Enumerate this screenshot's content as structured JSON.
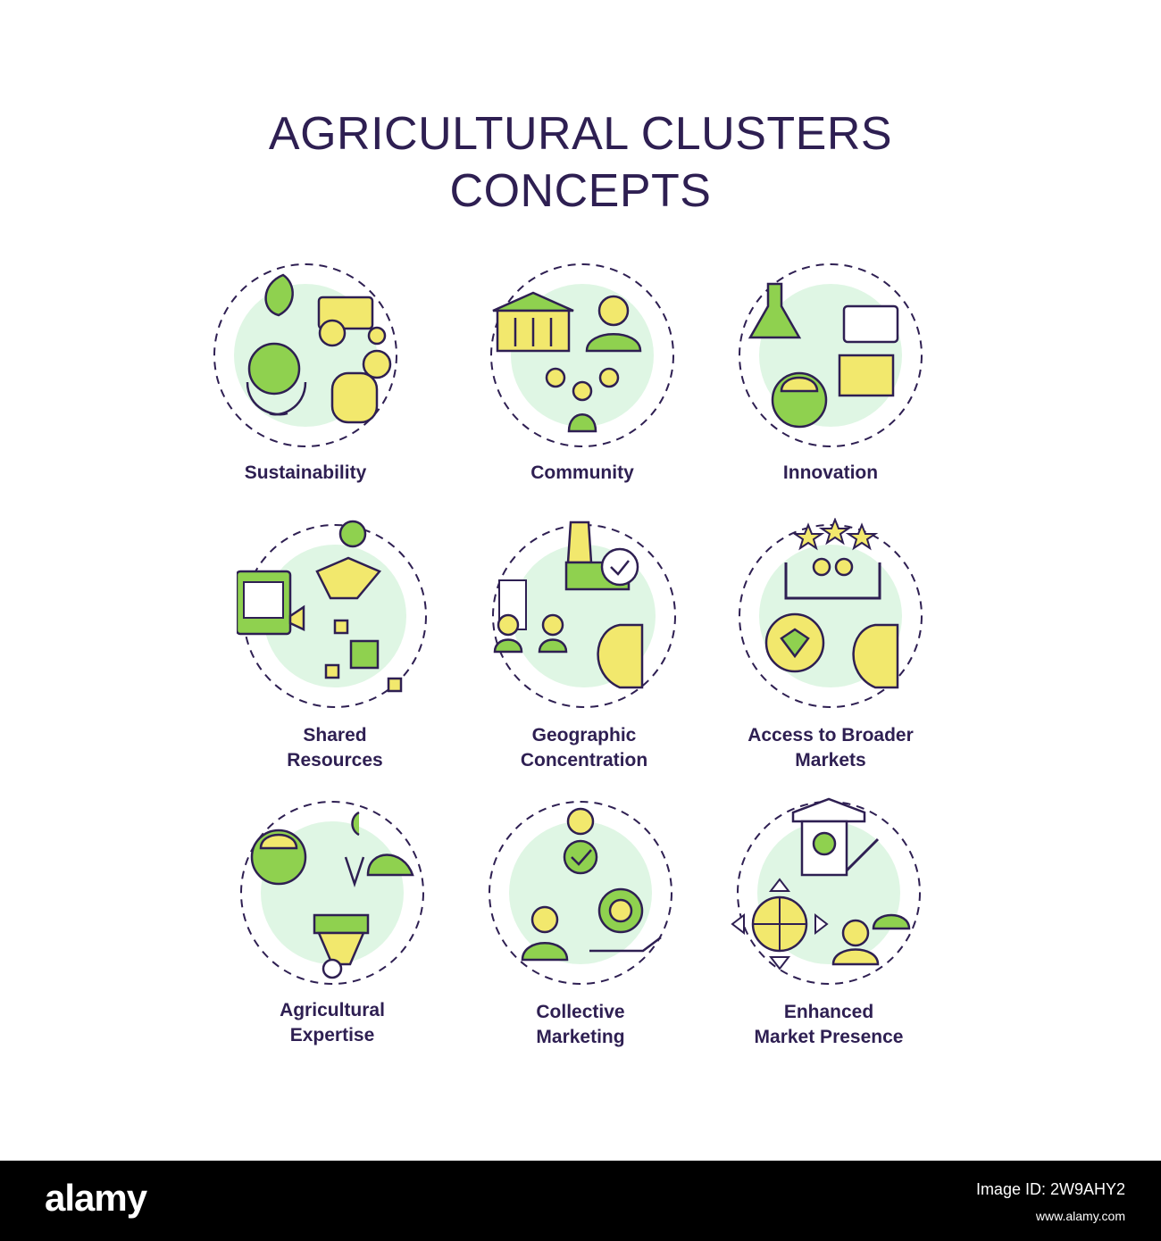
{
  "title": {
    "line1": "AGRICULTURAL CLUSTERS",
    "line2": "CONCEPTS"
  },
  "colors": {
    "green": "#8fd14f",
    "yellow": "#f2e86d",
    "circle": "#dff6e4",
    "dark": "#2e1f52"
  },
  "concepts": [
    {
      "line1": "Sustainability",
      "line2": "",
      "icon": "sustainability-icon"
    },
    {
      "line1": "Community",
      "line2": "",
      "icon": "community-icon"
    },
    {
      "line1": "Innovation",
      "line2": "",
      "icon": "innovation-icon"
    },
    {
      "line1": "Shared",
      "line2": "Resources",
      "icon": "shared-resources-icon"
    },
    {
      "line1": "Geographic",
      "line2": "Concentration",
      "icon": "geographic-concentration-icon"
    },
    {
      "line1": "Access to Broader",
      "line2": "Markets",
      "icon": "broader-markets-icon"
    },
    {
      "line1": "Agricultural",
      "line2": "Expertise",
      "icon": "agricultural-expertise-icon"
    },
    {
      "line1": "Collective",
      "line2": "Marketing",
      "icon": "collective-marketing-icon"
    },
    {
      "line1": "Enhanced",
      "line2": "Market Presence",
      "icon": "market-presence-icon"
    }
  ],
  "footer": {
    "brand": "alamy",
    "image_id_label": "Image ID: 2W9AHY2",
    "url": "www.alamy.com"
  }
}
